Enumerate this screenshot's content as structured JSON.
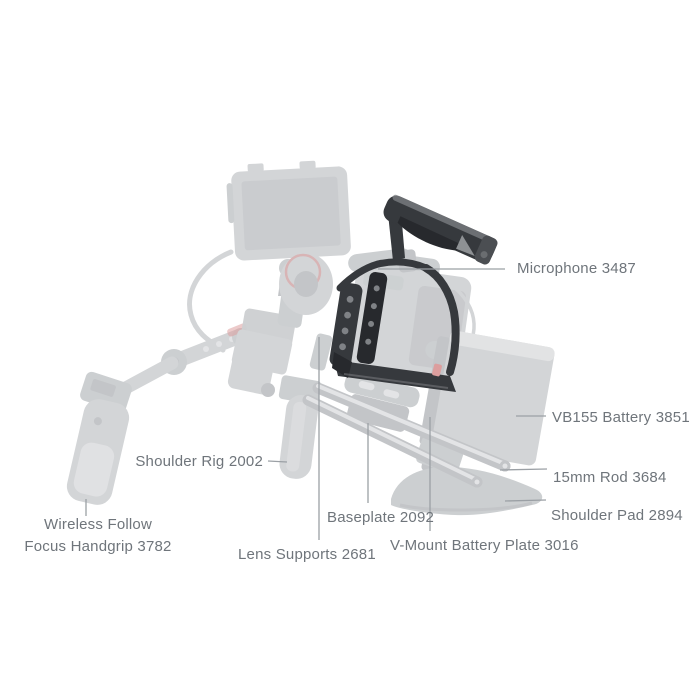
{
  "colors": {
    "bg": "#ffffff",
    "label-text": "#6f757b",
    "leader-line": "#9ba0a5",
    "ghost-light": "#e3e4e6",
    "ghost-mid": "#d3d5d7",
    "ghost-dark": "#c3c5c8",
    "ghost-dark2": "#cccfd1",
    "featured-dark": "#36393d",
    "featured-dark2": "#27292d",
    "featured-mid": "#4b4e52",
    "featured-light": "#7f8286",
    "red-accent": "#dc9e9e"
  },
  "diagram": {
    "description": "Camera shoulder rig with ghosted compatible accessories and dark featured cage kit with top handle",
    "labels": {
      "microphone": "Microphone 3487",
      "vb155_battery": "VB155 Battery 3851",
      "rod_15mm": "15mm Rod 3684",
      "shoulder_pad": "Shoulder Pad 2894",
      "v_mount_plate": "V-Mount Battery Plate 3016",
      "baseplate": "Baseplate 2092",
      "lens_supports": "Lens Supports 2681",
      "shoulder_rig": "Shoulder Rig 2002",
      "wireless_follow_line1": "Wireless Follow",
      "wireless_follow_line2": "Focus Handgrip 3782"
    }
  }
}
